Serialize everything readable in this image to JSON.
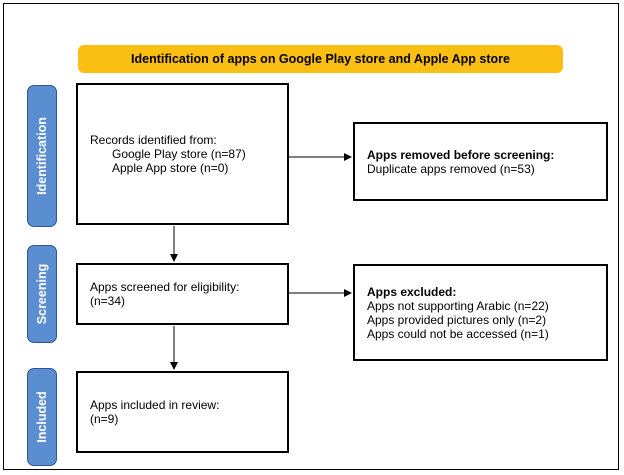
{
  "header": "Identification of apps on Google Play store and Apple App store",
  "phases": {
    "identification": "Identification",
    "screening": "Screening",
    "included": "Included"
  },
  "records": {
    "heading": "Records identified from:",
    "google": "Google Play  store (n=87)",
    "apple": "Apple App  store (n=0)"
  },
  "removed": {
    "title": "Apps removed before screening:",
    "line1": "Duplicate apps removed (n=53)"
  },
  "screened": {
    "line1": "Apps screened for eligibility:",
    "line2": "(n=34)"
  },
  "excluded": {
    "title": "Apps excluded:",
    "line1": "Apps not supporting Arabic (n=22)",
    "line2": "Apps provided pictures only (n=2)",
    "line3": "Apps could not be accessed (n=1)"
  },
  "included_box": {
    "line1": "Apps included in review:",
    "line2": "(n=9)"
  }
}
